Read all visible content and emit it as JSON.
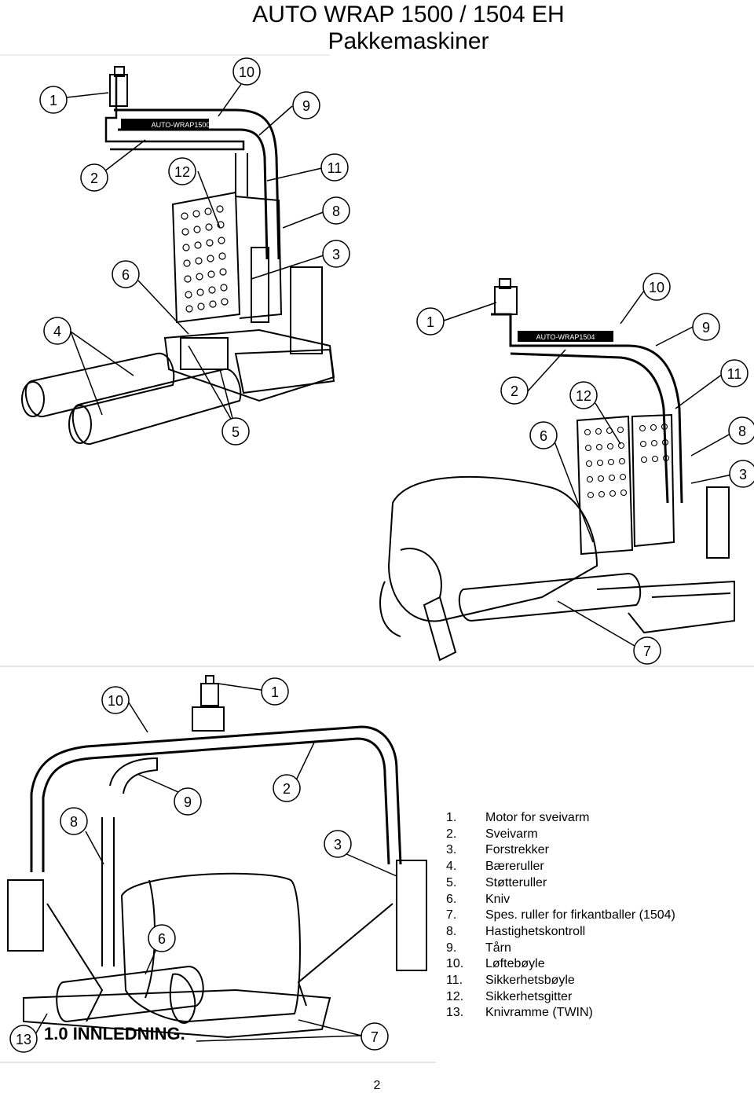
{
  "header": {
    "title": "AUTO WRAP 1500 / 1504 EH",
    "subtitle": "Pakkemaskiner"
  },
  "figures": {
    "fig1": {
      "model_label": "AUTO-WRAP1500",
      "callouts": [
        "1",
        "2",
        "3",
        "4",
        "5",
        "6",
        "8",
        "9",
        "10",
        "11",
        "12"
      ]
    },
    "fig2": {
      "model_label": "AUTO-WRAP1504",
      "callouts": [
        "1",
        "2",
        "3",
        "6",
        "7",
        "8",
        "9",
        "10",
        "11",
        "12"
      ]
    },
    "fig3": {
      "callouts": [
        "1",
        "2",
        "3",
        "6",
        "7",
        "8",
        "9",
        "10",
        "13"
      ]
    }
  },
  "legend": [
    {
      "num": "1.",
      "text": "Motor for sveivarm"
    },
    {
      "num": "2.",
      "text": "Sveivarm"
    },
    {
      "num": "3.",
      "text": "Forstrekker"
    },
    {
      "num": "4.",
      "text": "Bæreruller"
    },
    {
      "num": "5.",
      "text": "Støtteruller"
    },
    {
      "num": "6.",
      "text": "Kniv"
    },
    {
      "num": "7.",
      "text": "Spes. ruller for firkantballer (1504)"
    },
    {
      "num": "8.",
      "text": "Hastighetskontroll"
    },
    {
      "num": "9.",
      "text": "Tårn"
    },
    {
      "num": "10.",
      "text": "Løftebøyle"
    },
    {
      "num": "11.",
      "text": "Sikkerhetsbøyle"
    },
    {
      "num": "12.",
      "text": "Sikkerhetsgitter"
    },
    {
      "num": "13.",
      "text": "Knivramme (TWIN)"
    }
  ],
  "section_heading": "1.0 INNLEDNING.",
  "page_number": "2"
}
